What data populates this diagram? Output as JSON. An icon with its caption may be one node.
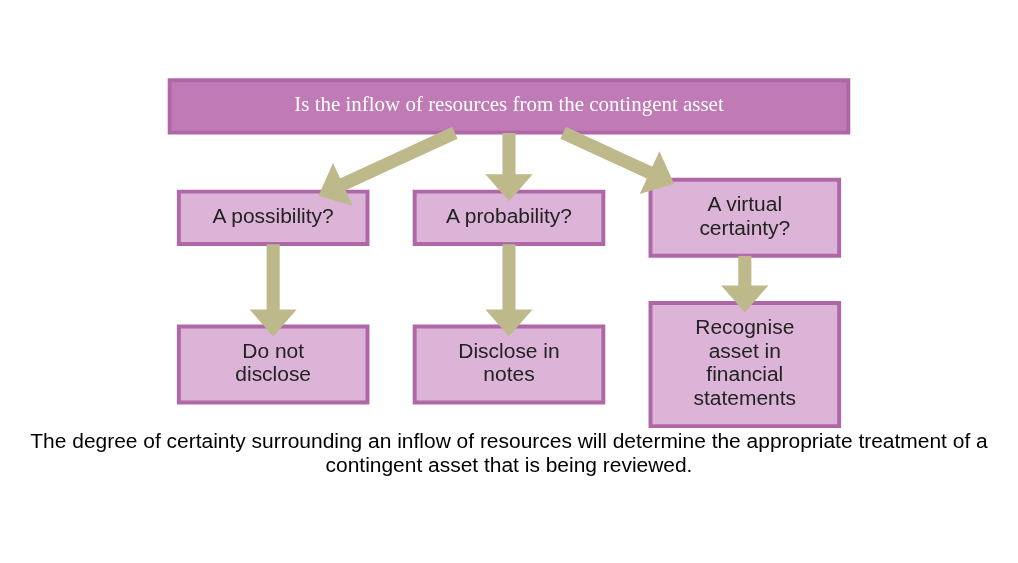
{
  "diagram": {
    "caption": "The degree of certainty surrounding an inflow of resources will determine the appropriate treatment of a contingent asset that is being reviewed.",
    "nodes": [
      {
        "text": [
          "Is the inflow of resources from the contingent asset"
        ]
      },
      {
        "text": [
          "A possibility?"
        ]
      },
      {
        "text": [
          "A probability?"
        ]
      },
      {
        "text": [
          "A virtual certainty?"
        ]
      },
      {
        "text": [
          "Do not disclose"
        ]
      },
      {
        "text": [
          "Disclose in notes"
        ]
      },
      {
        "text": [
          "Recognise asset in financial statements"
        ]
      }
    ],
    "edges": [
      {
        "from": 0,
        "to": 1,
        "arrow": "to"
      },
      {
        "from": 0,
        "to": 2,
        "arrow": "to"
      },
      {
        "from": 0,
        "to": 3,
        "arrow": "to"
      },
      {
        "from": 1,
        "to": 4,
        "arrow": "to"
      },
      {
        "from": 2,
        "to": 5,
        "arrow": "to"
      },
      {
        "from": 3,
        "to": 6,
        "arrow": "to"
      }
    ]
  }
}
